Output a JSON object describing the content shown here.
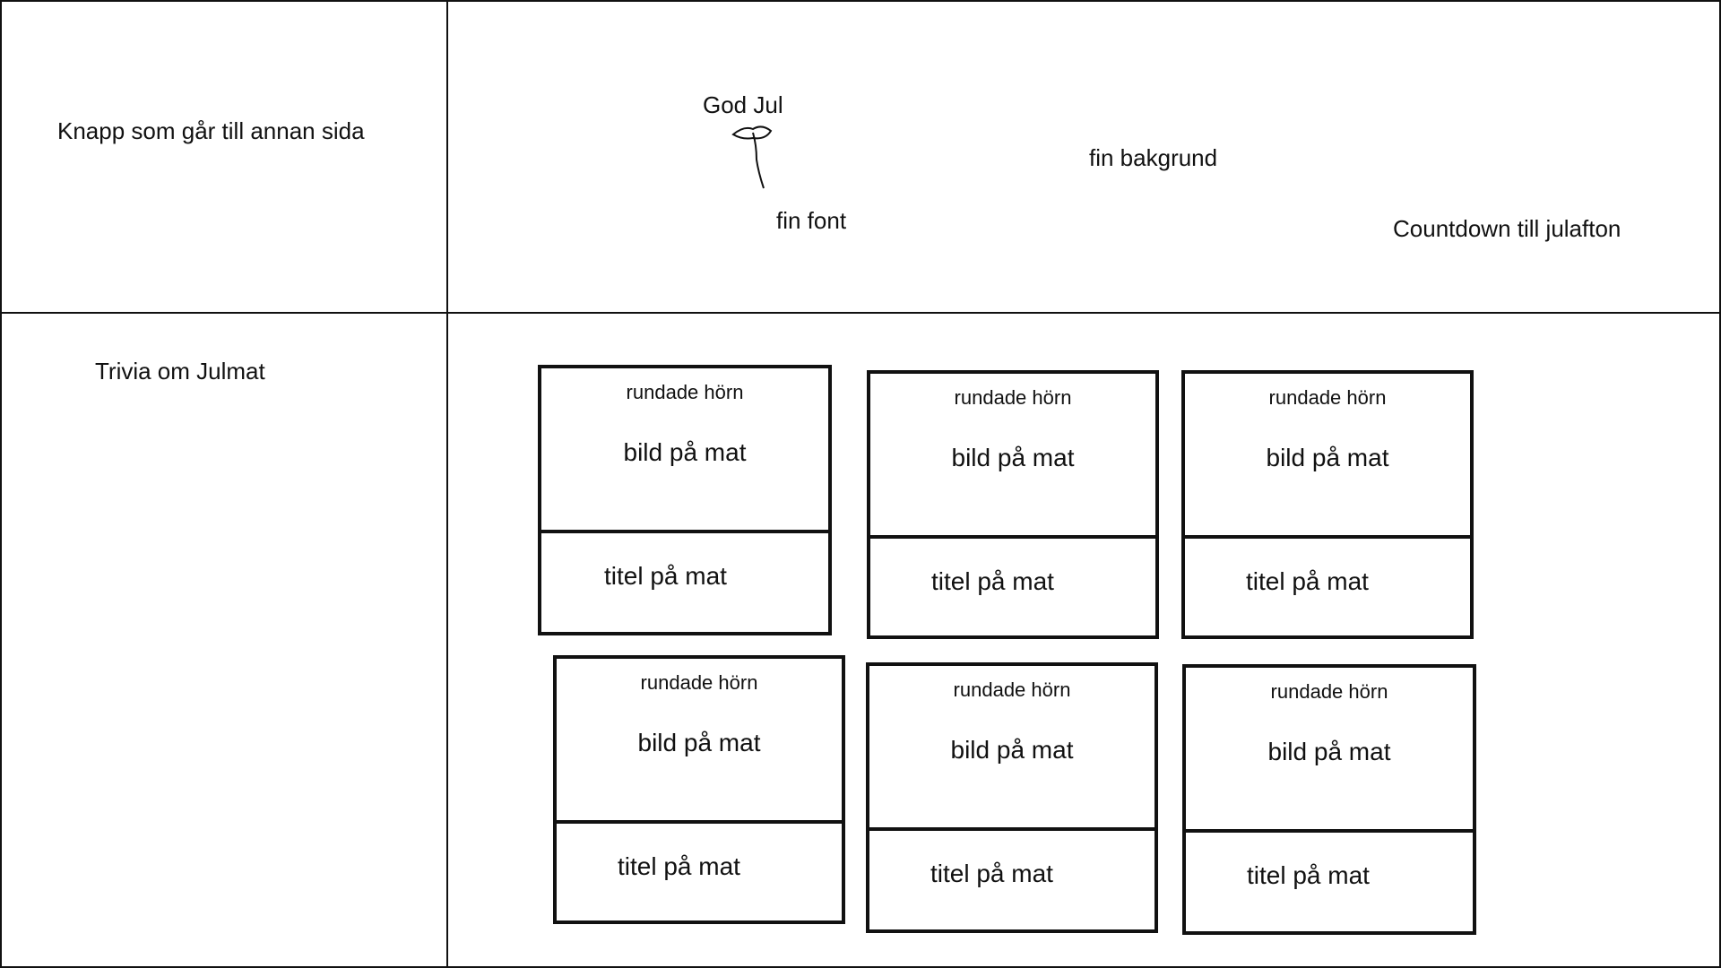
{
  "header": {
    "nav_button_note": "Knapp som går till annan sida",
    "greeting": "God Jul",
    "font_note": "fin font",
    "background_note": "fin bakgrund",
    "countdown_note": "Countdown till julafton"
  },
  "sidebar": {
    "trivia_note": "Trivia om Julmat"
  },
  "cards": [
    {
      "corner_note": "rundade hörn",
      "image_label": "bild på mat",
      "title_label": "titel på mat"
    },
    {
      "corner_note": "rundade hörn",
      "image_label": "bild på mat",
      "title_label": "titel på mat"
    },
    {
      "corner_note": "rundade hörn",
      "image_label": "bild på mat",
      "title_label": "titel på mat"
    },
    {
      "corner_note": "rundade hörn",
      "image_label": "bild på mat",
      "title_label": "titel på mat"
    },
    {
      "corner_note": "rundade hörn",
      "image_label": "bild på mat",
      "title_label": "titel på mat"
    },
    {
      "corner_note": "rundade hörn",
      "image_label": "bild på mat",
      "title_label": "titel på mat"
    }
  ],
  "colors": {
    "ink": "#111111",
    "background": "#ffffff"
  }
}
